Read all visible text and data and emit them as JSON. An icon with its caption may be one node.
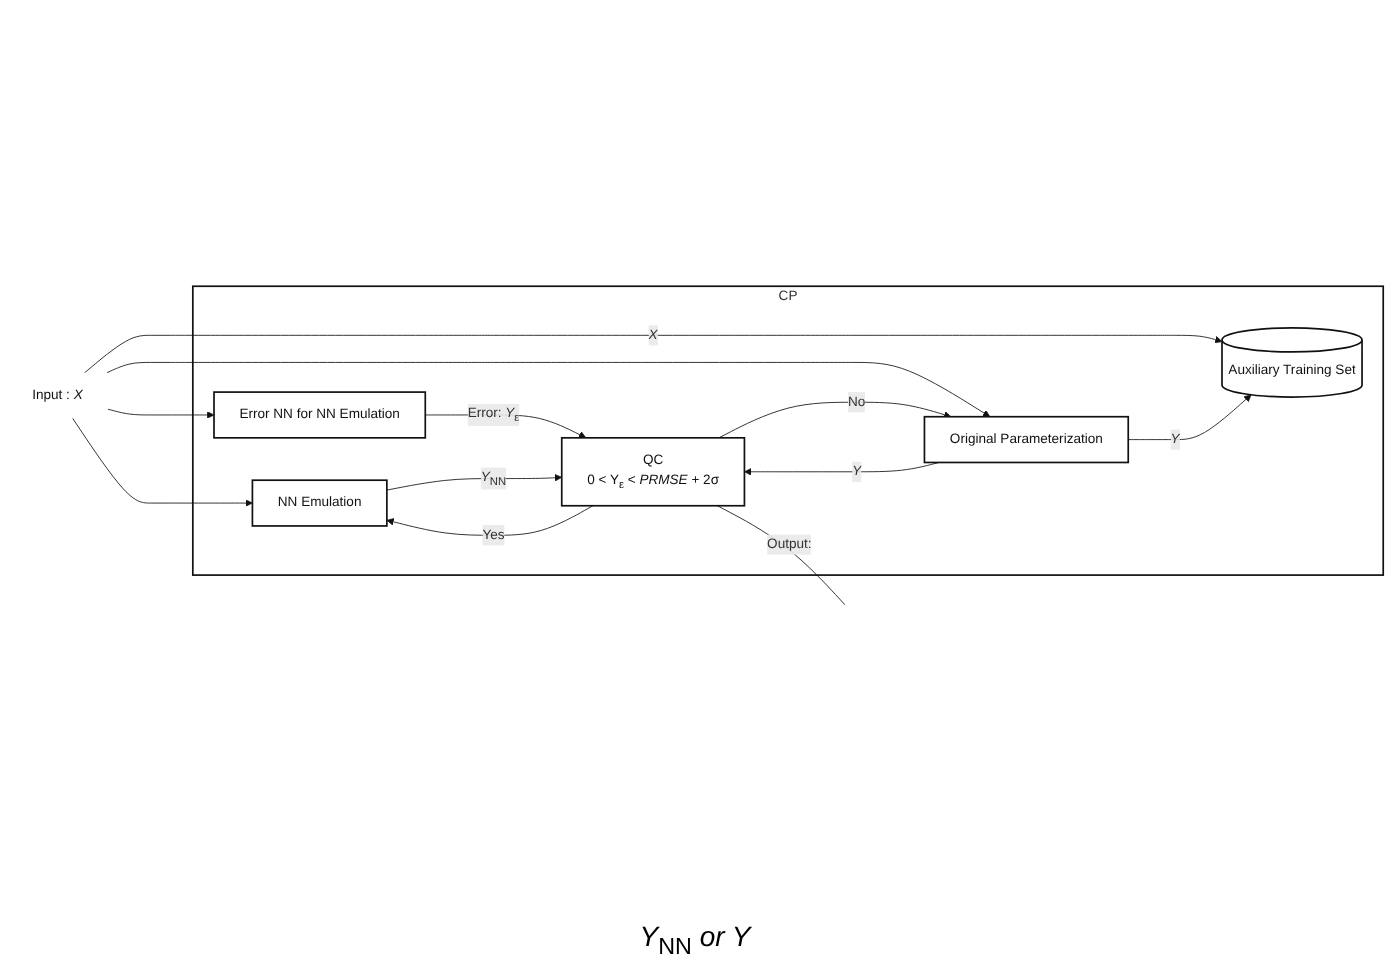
{
  "diagram": {
    "nodes": [
      {
        "text": [
          "CP"
        ]
      },
      {
        "text": [
          "NN Emulation"
        ],
        "in": 0
      },
      {
        "text": [
          "Error NN for NN Emulation"
        ],
        "in": 0
      },
      {
        "text": [
          "QC",
          "0 < Y$_{ε}$ < *PRMSE* + 2σ"
        ],
        "in": 0
      },
      {
        "text": [
          "Auxiliary Training Set"
        ],
        "in": 0
      },
      {
        "text": [
          "Original Parameterization"
        ],
        "in": 0
      },
      {
        "text": [
          "Input : *X*"
        ]
      }
    ],
    "edges": [
      {
        "from": 6,
        "to": 1,
        "arrow": "to"
      },
      {
        "from": 6,
        "to": 2,
        "arrow": "to"
      },
      {
        "from": 6,
        "to": 4,
        "label": "*X*",
        "arrow": "to"
      },
      {
        "from": 6,
        "to": 5,
        "arrow": "to"
      },
      {
        "from": 2,
        "to": 3,
        "label": "Error: *Y*$_{ε}$",
        "arrow": "to"
      },
      {
        "from": 3,
        "to": 1,
        "label": "Yes",
        "arrow": "to"
      },
      {
        "from": 1,
        "to": 3,
        "label": "*Y*$_{NN}$",
        "arrow": "to"
      },
      {
        "from": 3,
        "to": 5,
        "label": "No",
        "arrow": "to"
      },
      {
        "from": 5,
        "to": 3,
        "label": "*Y*",
        "arrow": "to"
      },
      {
        "from": 5,
        "to": 4,
        "label": "*Y*",
        "arrow": "to"
      },
      {
        "from": 3,
        "to": null,
        "label": "Output:",
        "arrow": "none"
      }
    ],
    "labels": [
      "*Y*$_{NN}$ *or Y*"
    ]
  }
}
